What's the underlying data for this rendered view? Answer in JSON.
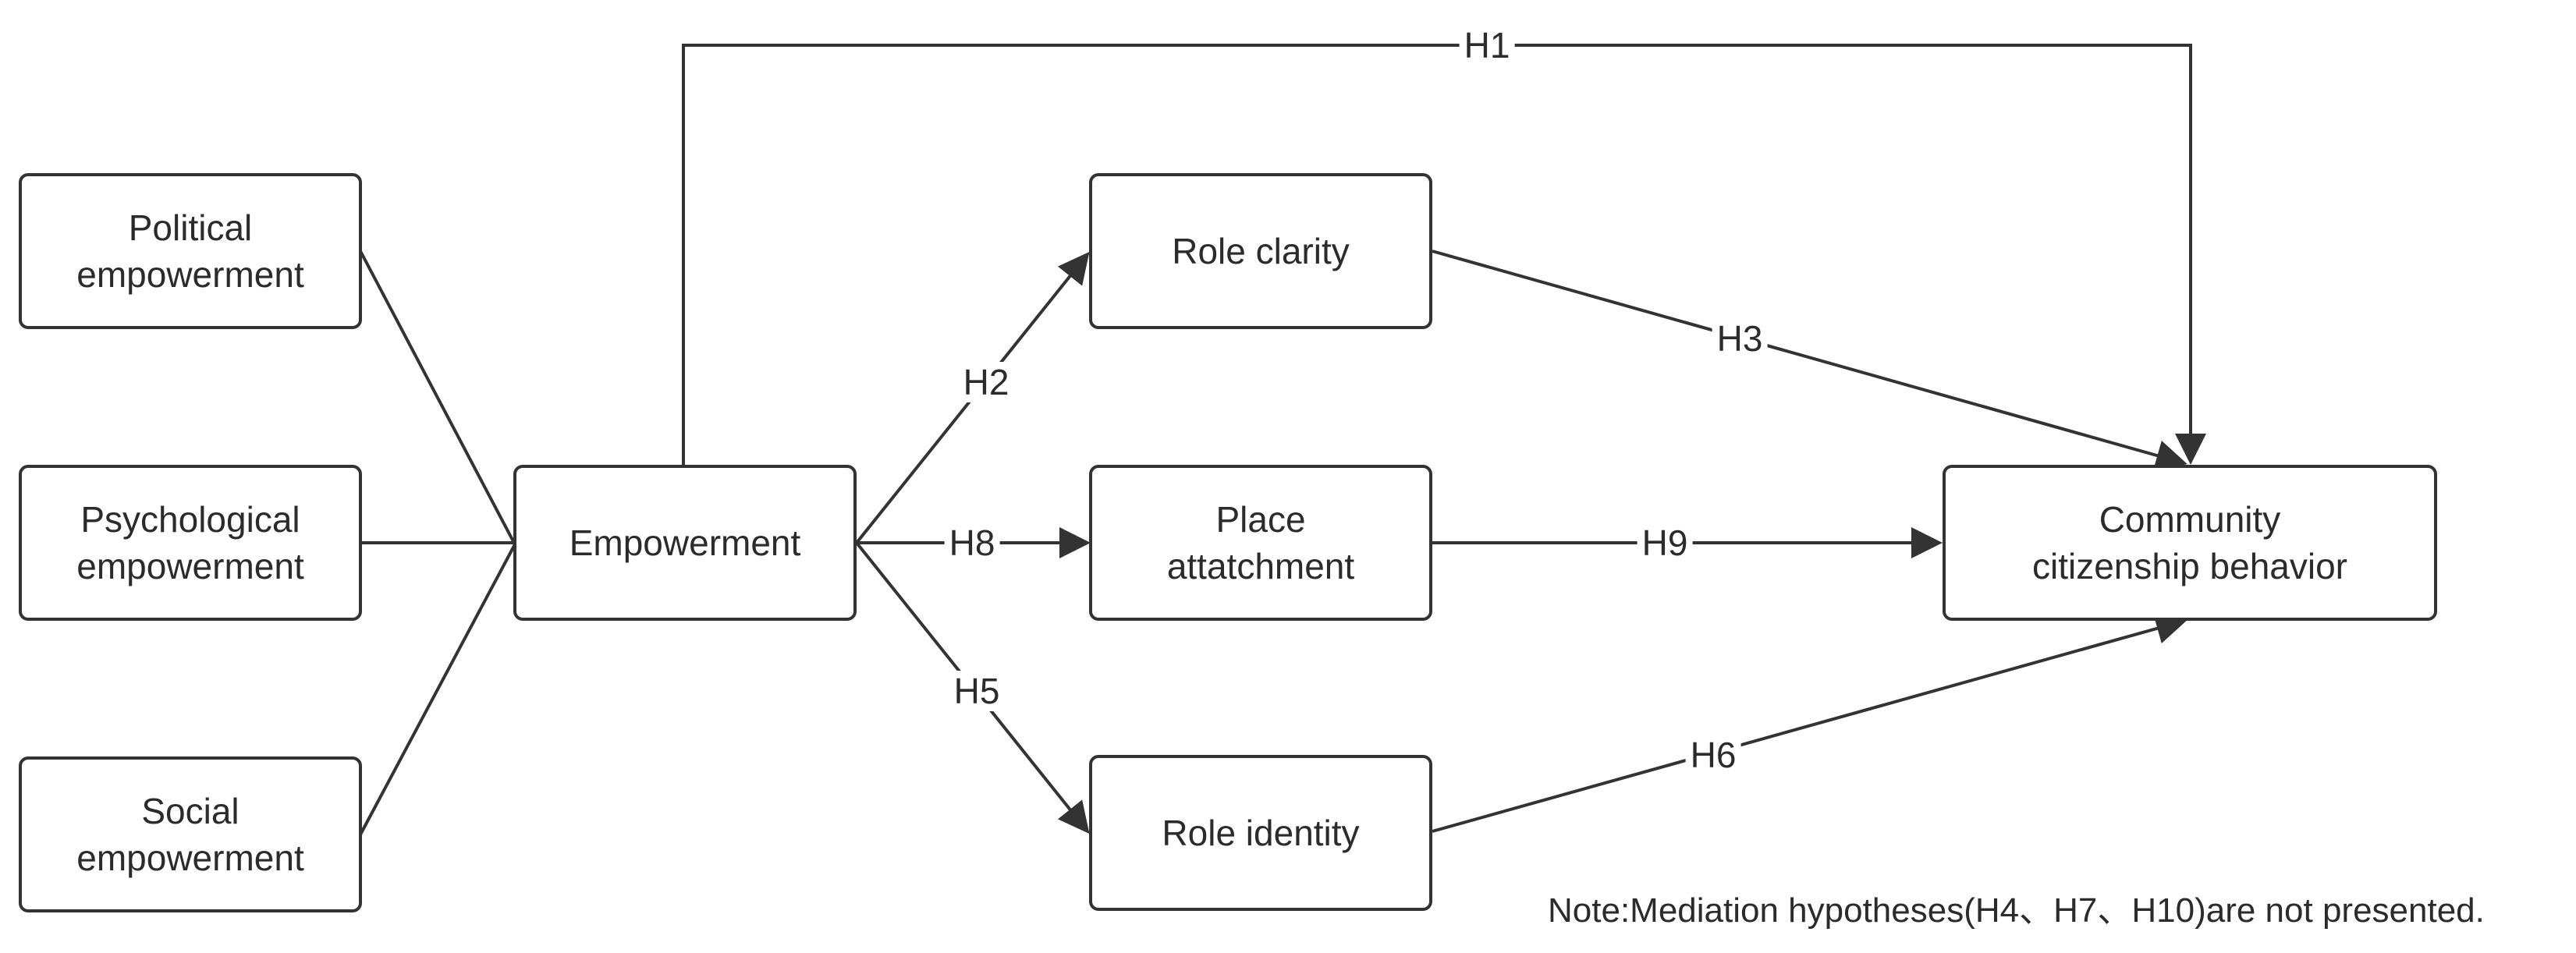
{
  "colors": {
    "stroke": "#333333",
    "text": "#2b2b2b",
    "background": "#ffffff"
  },
  "nodes": {
    "political": {
      "line1": "Political",
      "line2": "empowerment"
    },
    "psychological": {
      "line1": "Psychological",
      "line2": "empowerment"
    },
    "social": {
      "line1": "Social",
      "line2": "empowerment"
    },
    "empowerment": {
      "line1": "Empowerment"
    },
    "role_clarity": {
      "line1": "Role clarity"
    },
    "place_attachment": {
      "line1": "Place",
      "line2": "attatchment"
    },
    "role_identity": {
      "line1": "Role identity"
    },
    "community": {
      "line1": "Community",
      "line2": "citizenship behavior"
    }
  },
  "edges": [
    {
      "from": "Empowerment",
      "to": "Community citizenship behavior",
      "label": "H1"
    },
    {
      "from": "Empowerment",
      "to": "Role clarity",
      "label": "H2"
    },
    {
      "from": "Role clarity",
      "to": "Community citizenship behavior",
      "label": "H3"
    },
    {
      "from": "Empowerment",
      "to": "Role identity",
      "label": "H5"
    },
    {
      "from": "Role identity",
      "to": "Community citizenship behavior",
      "label": "H6"
    },
    {
      "from": "Empowerment",
      "to": "Place attatchment",
      "label": "H8"
    },
    {
      "from": "Place attatchment",
      "to": "Community citizenship behavior",
      "label": "H9"
    }
  ],
  "note": "Note:Mediation hypotheses(H4、H7、H10)are not presented."
}
